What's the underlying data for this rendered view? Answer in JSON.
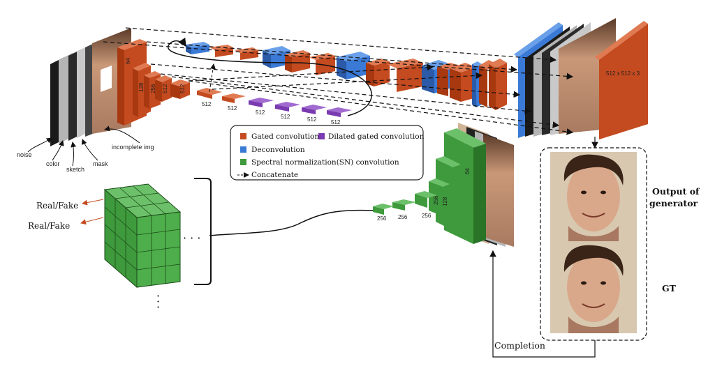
{
  "inputs": {
    "noise": "noise",
    "color": "color",
    "sketch": "sketch",
    "mask": "mask",
    "incomplete": "incomplete img"
  },
  "encoder_dims": [
    "64",
    "128",
    "256",
    "512",
    "512",
    "512",
    "512"
  ],
  "dilated_dims": [
    "512",
    "512",
    "512",
    "512"
  ],
  "output_dim": "512 x 512 x 3",
  "legend": {
    "gated": "Gated convolution",
    "dilated": "Dilated gated convolution",
    "deconv": "Deconvolution",
    "sn": "Spectral normalization(SN) convolution",
    "concat": "Concatenate"
  },
  "discriminator_dims": [
    "64",
    "128",
    "256",
    "256",
    "256",
    "256"
  ],
  "outputs": {
    "real_fake_1": "Real/Fake",
    "real_fake_2": "Real/Fake",
    "output_label_1": "Output of",
    "output_label_2": "generator",
    "gt": "GT",
    "completion": "Completion"
  },
  "colors": {
    "gated": "#c44a1f",
    "deconv": "#3a7ad6",
    "dilated": "#7a3ab0",
    "sn": "#3e9a3c"
  }
}
